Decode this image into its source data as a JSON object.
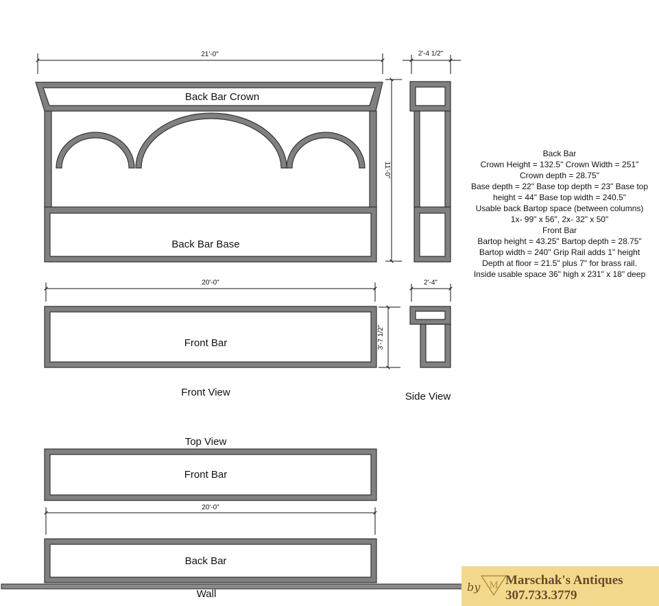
{
  "colors": {
    "frame_fill": "#808080",
    "frame_stroke": "#333333",
    "line": "#111111",
    "background": "#ffffff",
    "logo_bg": "#f3d98d",
    "logo_text": "#6b4a2a"
  },
  "front_view": {
    "caption": "Front View",
    "back_bar_crown_label": "Back Bar Crown",
    "back_bar_base_label": "Back Bar Base",
    "front_bar_label": "Front Bar",
    "dim_overall_width": "21'-0\"",
    "dim_overall_height": "11'-0\"",
    "dim_front_bar_width": "20'-0\"",
    "dim_front_bar_height": "3'-7 1/2\""
  },
  "side_view": {
    "caption": "Side View",
    "dim_back_depth": "2'-4 1/2\"",
    "dim_front_depth": "2'-4\""
  },
  "top_view": {
    "caption": "Top View",
    "front_bar_label": "Front Bar",
    "back_bar_label": "Back Bar",
    "dim_width": "20'-0\"",
    "wall_label": "Wall"
  },
  "specs": {
    "lines": [
      "Back Bar",
      "Crown Height = 132.5\"   Crown Width = 251\"",
      "Crown depth = 28.75\"",
      "Base depth = 22\" Base top depth = 23\" Base top",
      "height = 44\"  Base top width = 240.5\"",
      "Usable back Bartop space (between columns)",
      "1x- 99\" x 56\", 2x- 32\" x 50\"",
      "Front Bar",
      "Bartop height = 43.25\" Bartop depth = 28.75\"",
      "Bartop width = 240\" Grip Rail adds 1\" height",
      "Depth at floor = 21.5\" plus 7\" for brass rail.",
      "Inside usable space  36\" high x 231\" x 18\" deep"
    ]
  },
  "logo": {
    "by": "by",
    "name": "Marschak's Antiques",
    "phone": "307.733.3779",
    "mark": "M"
  }
}
